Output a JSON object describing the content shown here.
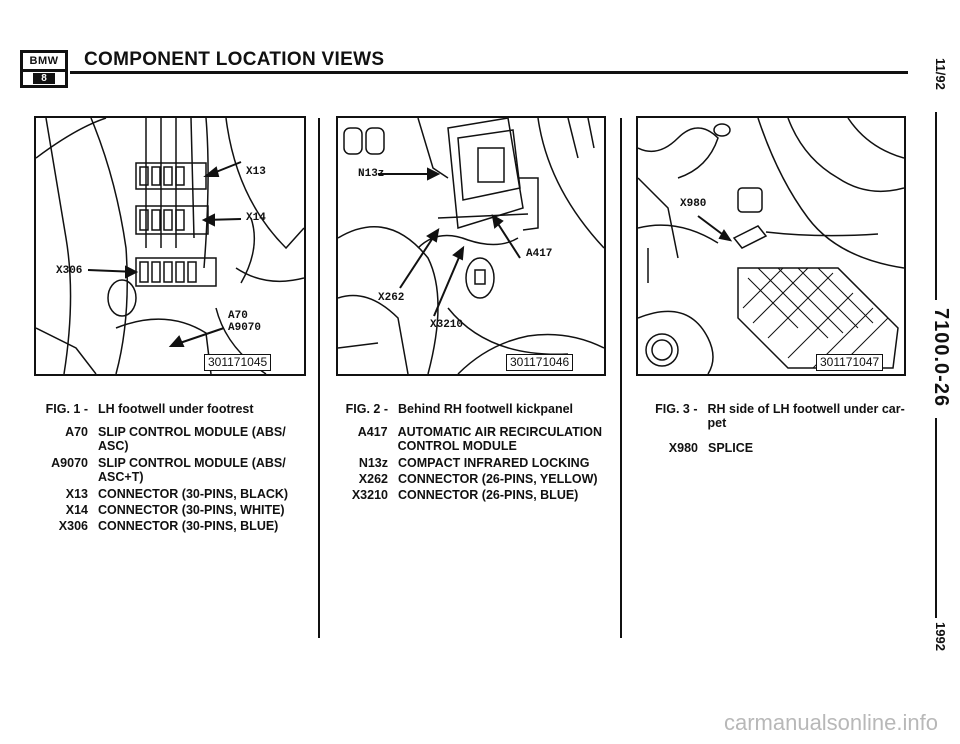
{
  "header": {
    "logo_top": "BMW",
    "logo_bottom": "8",
    "title": "COMPONENT LOCATION VIEWS"
  },
  "figures": [
    {
      "photo_id": "301171045",
      "labels": [
        "X13",
        "X14",
        "X306",
        "A70",
        "A9070"
      ],
      "caption_num": "FIG. 1 -",
      "caption_text": "LH footwell under footrest",
      "legend": [
        {
          "code": "A70",
          "desc": "SLIP CONTROL MODULE (ABS/ ASC)"
        },
        {
          "code": "A9070",
          "desc": "SLIP CONTROL MODULE (ABS/ ASC+T)"
        },
        {
          "code": "X13",
          "desc": "CONNECTOR (30-PINS, BLACK)"
        },
        {
          "code": "X14",
          "desc": "CONNECTOR (30-PINS, WHITE)"
        },
        {
          "code": "X306",
          "desc": "CONNECTOR (30-PINS, BLUE)"
        }
      ]
    },
    {
      "photo_id": "301171046",
      "labels": [
        "N13z",
        "A417",
        "X262",
        "X3210"
      ],
      "caption_num": "FIG. 2 -",
      "caption_text": "Behind RH footwell kickpanel",
      "legend": [
        {
          "code": "A417",
          "desc": "AUTOMATIC AIR RECIRCULATION CONTROL MODULE"
        },
        {
          "code": "N13z",
          "desc": "COMPACT INFRARED LOCKING"
        },
        {
          "code": "X262",
          "desc": "CONNECTOR (26-PINS, YELLOW)"
        },
        {
          "code": "X3210",
          "desc": "CONNECTOR (26-PINS, BLUE)"
        }
      ]
    },
    {
      "photo_id": "301171047",
      "labels": [
        "X980"
      ],
      "caption_num": "FIG. 3 -",
      "caption_text": "RH side of LH footwell under car- pet",
      "legend": [
        {
          "code": "X980",
          "desc": "SPLICE"
        }
      ]
    }
  ],
  "side": {
    "date": "11/92",
    "section": "7100.0-26",
    "year": "1992"
  },
  "watermark": "carmanualsonline.info"
}
